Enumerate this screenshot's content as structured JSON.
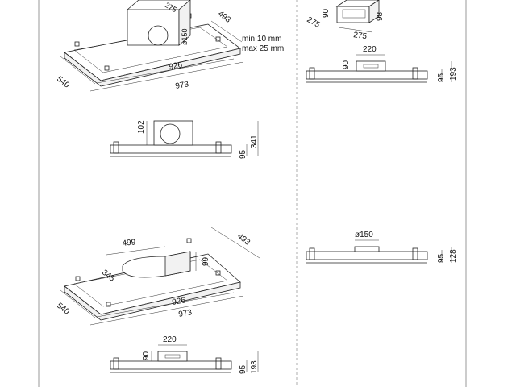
{
  "views": {
    "top_iso_a": {
      "width_long": "926",
      "width_total": "973",
      "depth": "540",
      "side": "493",
      "duct_diameter": "ø150",
      "top_cut": "275",
      "note_min": "min 10 mm",
      "note_max": "max 25 mm"
    },
    "side_a": {
      "box": "102",
      "height_a": "95",
      "height_b": "341"
    },
    "top_iso_b": {
      "width_long": "926",
      "width_total": "973",
      "depth": "540",
      "side": "493",
      "duct_w": "499",
      "duct_d": "345",
      "duct_h": "99"
    },
    "side_b": {
      "outlet_w": "220",
      "outlet_h": "90",
      "height_a": "95",
      "height_b": "193"
    },
    "top_right_box": {
      "a": "90",
      "b": "275",
      "c": "275",
      "d": "98"
    },
    "right_a": {
      "outlet_w": "220",
      "outlet_h": "90",
      "height_a": "95",
      "height_b": "193"
    },
    "right_b": {
      "diameter": "ø150",
      "height_a": "95",
      "height_b": "128"
    }
  }
}
